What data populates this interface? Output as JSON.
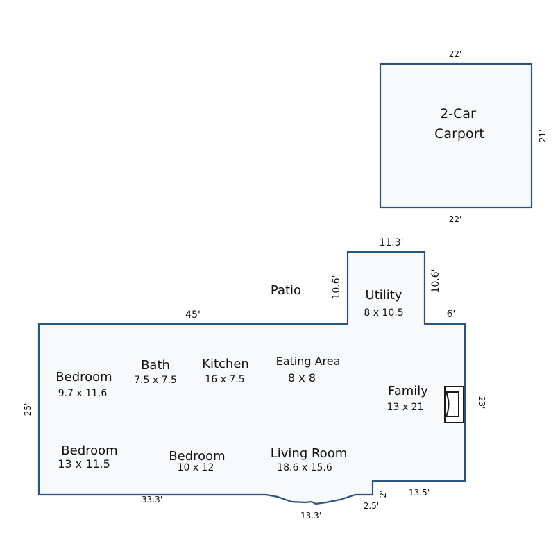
{
  "carport": {
    "label_line1": "2-Car",
    "label_line2": "Carport",
    "dim_top": "22'",
    "dim_bottom": "22'",
    "dim_right": "21'"
  },
  "patio": {
    "label": "Patio"
  },
  "rooms": {
    "utility": {
      "name": "Utility",
      "size": "8 x 10.5"
    },
    "bedroom_nw": {
      "name": "Bedroom",
      "size": "9.7 x 11.6"
    },
    "bath": {
      "name": "Bath",
      "size": "7.5 x 7.5"
    },
    "kitchen": {
      "name": "Kitchen",
      "size": "16 x 7.5"
    },
    "eating_area": {
      "name": "Eating Area",
      "size": "8 x 8"
    },
    "family": {
      "name": "Family",
      "size": "13 x 21"
    },
    "bedroom_sw": {
      "name": "Bedroom",
      "size": "13 x 11.5"
    },
    "bedroom_s": {
      "name": "Bedroom",
      "size": "10 x 12"
    },
    "living_room": {
      "name": "Living Room",
      "size": "18.6 x 15.6"
    }
  },
  "dimensions": {
    "top_main": "45'",
    "utility_top": "11.3'",
    "utility_left": "10.6'",
    "utility_right": "10.6'",
    "right_step": "6'",
    "left": "25'",
    "right": "23'",
    "bottom_left": "33.3'",
    "bay": "13.3'",
    "bottom_step_a": "2.5'",
    "bottom_step_b": "2'",
    "bottom_right": "13.5'"
  }
}
